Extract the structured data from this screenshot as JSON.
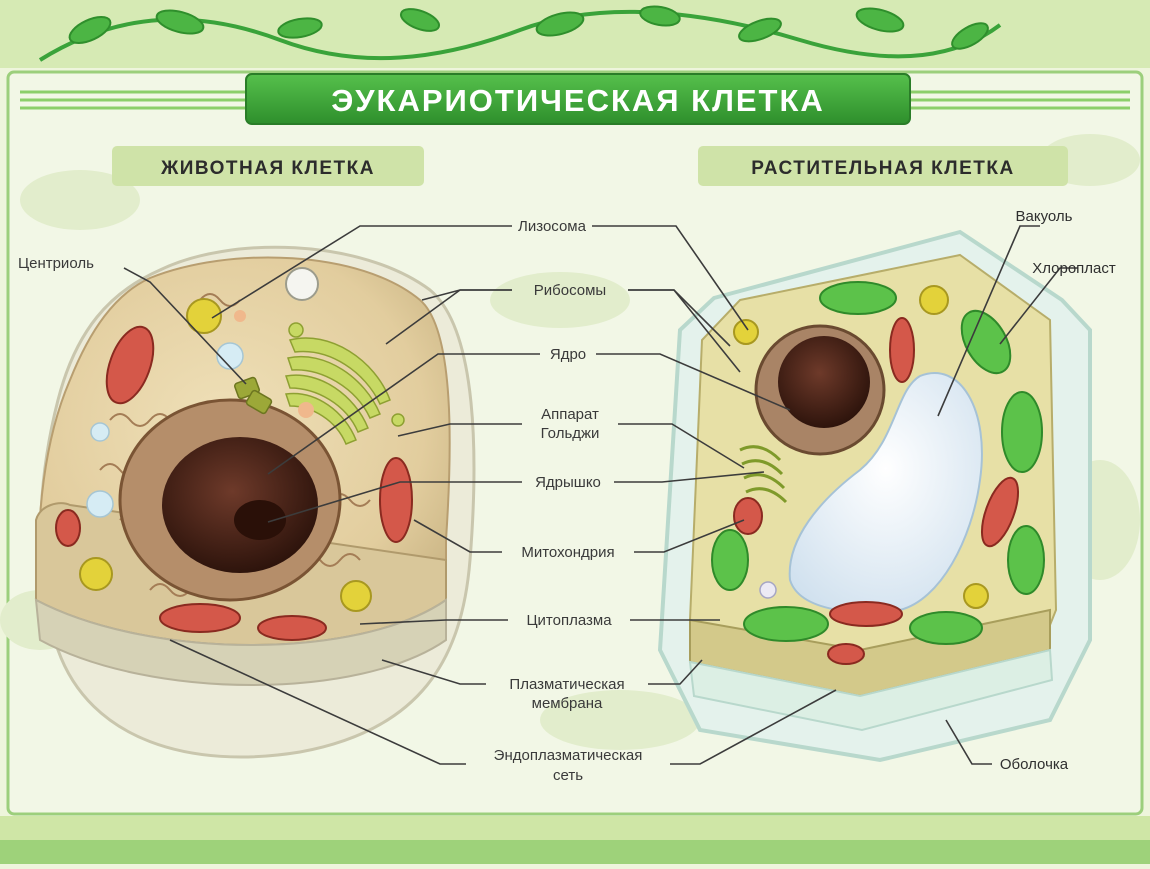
{
  "title": "ЭУКАРИОТИЧЕСКАЯ КЛЕТКА",
  "animal_cell": {
    "title": "ЖИВОТНАЯ КЛЕТКА"
  },
  "plant_cell": {
    "title": "РАСТИТЕЛЬНАЯ КЛЕТКА"
  },
  "labels": {
    "centriole": "Центриоль",
    "lysosome": "Лизосома",
    "ribosomes": "Рибосомы",
    "nucleus": "Ядро",
    "golgi_1": "Аппарат",
    "golgi_2": "Гольджи",
    "nucleolus": "Ядрышко",
    "mitochondria": "Митохондрия",
    "cytoplasm": "Цитоплазма",
    "membrane_1": "Плазматическая",
    "membrane_2": "мембрана",
    "er_1": "Эндоплазматическая",
    "er_2": "сеть",
    "vacuole": "Вакуоль",
    "chloroplast": "Хлоропласт",
    "cell_wall": "Оболочка"
  },
  "colors": {
    "banner": "#3fa83a",
    "sub_banner": "#cfe3a8",
    "page_bg": "#eef5dc",
    "nucleus": "#4a2418",
    "chloroplast": "#5cc24a",
    "mitochondria": "#d4584a"
  }
}
